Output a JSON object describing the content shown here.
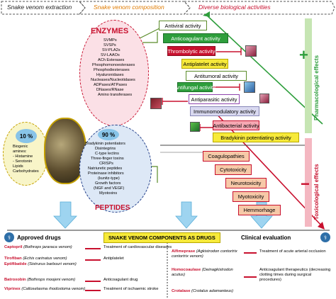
{
  "header": {
    "extraction": "Snake venom extraction",
    "composition": "Snake venom composition",
    "activities": "Diverse biological activities"
  },
  "enzymes": {
    "title": "ENZYMES",
    "items": [
      "SVMPs",
      "SVSPs",
      "SV-PLA2s",
      "SV-LAAOs",
      "ACh Esterases",
      "Phosphomonoesterases",
      "Phosphodiesterases",
      "Hyaluronidases",
      "Nucleases/Nucleotidases",
      "ADPases/ATPases",
      "DNases/RNase",
      "Amino transferases"
    ]
  },
  "peptides": {
    "title": "PEPTIDES",
    "items": [
      "Bradykinin potentiators",
      "Disintegrins",
      "C-type lectins",
      "Three-finger toxins",
      "CRISPs",
      "Natriuretic peptides",
      "Proteinase inhibitors",
      "(kunitz-type)",
      "Growth factors",
      "(NGF and VEGF)",
      "Myotoxins"
    ]
  },
  "small_molecules": {
    "pct_top": "10 %",
    "pct_main": "90 %",
    "items": [
      "Biogenic",
      "amines:",
      "- Histamine",
      "- Serotonin",
      "Lipids",
      "Carbohydrates"
    ]
  },
  "pharmacological": {
    "label": "Pharmacological effects",
    "plus": "+",
    "activities": [
      "Antiviral activity",
      "Anticoagulant activity",
      "Thrombolytic activity",
      "Antiplatelet activity",
      "Antitumoral activity",
      "Antifungal activity",
      "Antiparasitic activity",
      "Immunomodulatory activity",
      "Antibacterial activity",
      "Bradykinin potentiating activity"
    ]
  },
  "toxicological": {
    "label": "Toxicological effects",
    "minus": "−",
    "effects": [
      "Coagulopathies",
      "Cytotoxicity",
      "Neurotoxicity",
      "Myotoxicity",
      "Hemmorhage"
    ]
  },
  "bottom": {
    "approved": "Approved drugs",
    "center": "SNAKE VENOM COMPONENTS AS DRUGS",
    "clinical": "Clinical evaluation"
  },
  "approved_drugs": [
    {
      "name": "Captopril",
      "source": "(Bothrops jararaca venom)",
      "use": "Treatment of cardiovascular diseases"
    },
    {
      "name": "Tirofiban",
      "source": "(Echis carinatus venom)",
      "use": "Antiplatelet"
    },
    {
      "name": "Eptifibatide",
      "source": "(Sistrurus barbouri venom)",
      "use": ""
    },
    {
      "name": "Batroxobin",
      "source": "(Bothrops moojeni venom)",
      "use": "Anticoagulant drug"
    },
    {
      "name": "Viprinex",
      "source": "(Calloselasma rhodostoma venom)",
      "use": "Treatment of ischaemic stroke"
    }
  ],
  "clinical_drugs": [
    {
      "name": "Alfimeprase",
      "source": "(Agkistrodon contortrix contortrix venom)",
      "use": "Treatment of acute arterial occlusion"
    },
    {
      "name": "Homocoaulase",
      "source": "(Deinagkistrodon acutus)",
      "use": "Anticoagulant therapeutics (decreasing clotting times during surgical procedures)"
    },
    {
      "name": "Crotalase",
      "source": "(Crotalus adamanteus)",
      "use": ""
    }
  ]
}
